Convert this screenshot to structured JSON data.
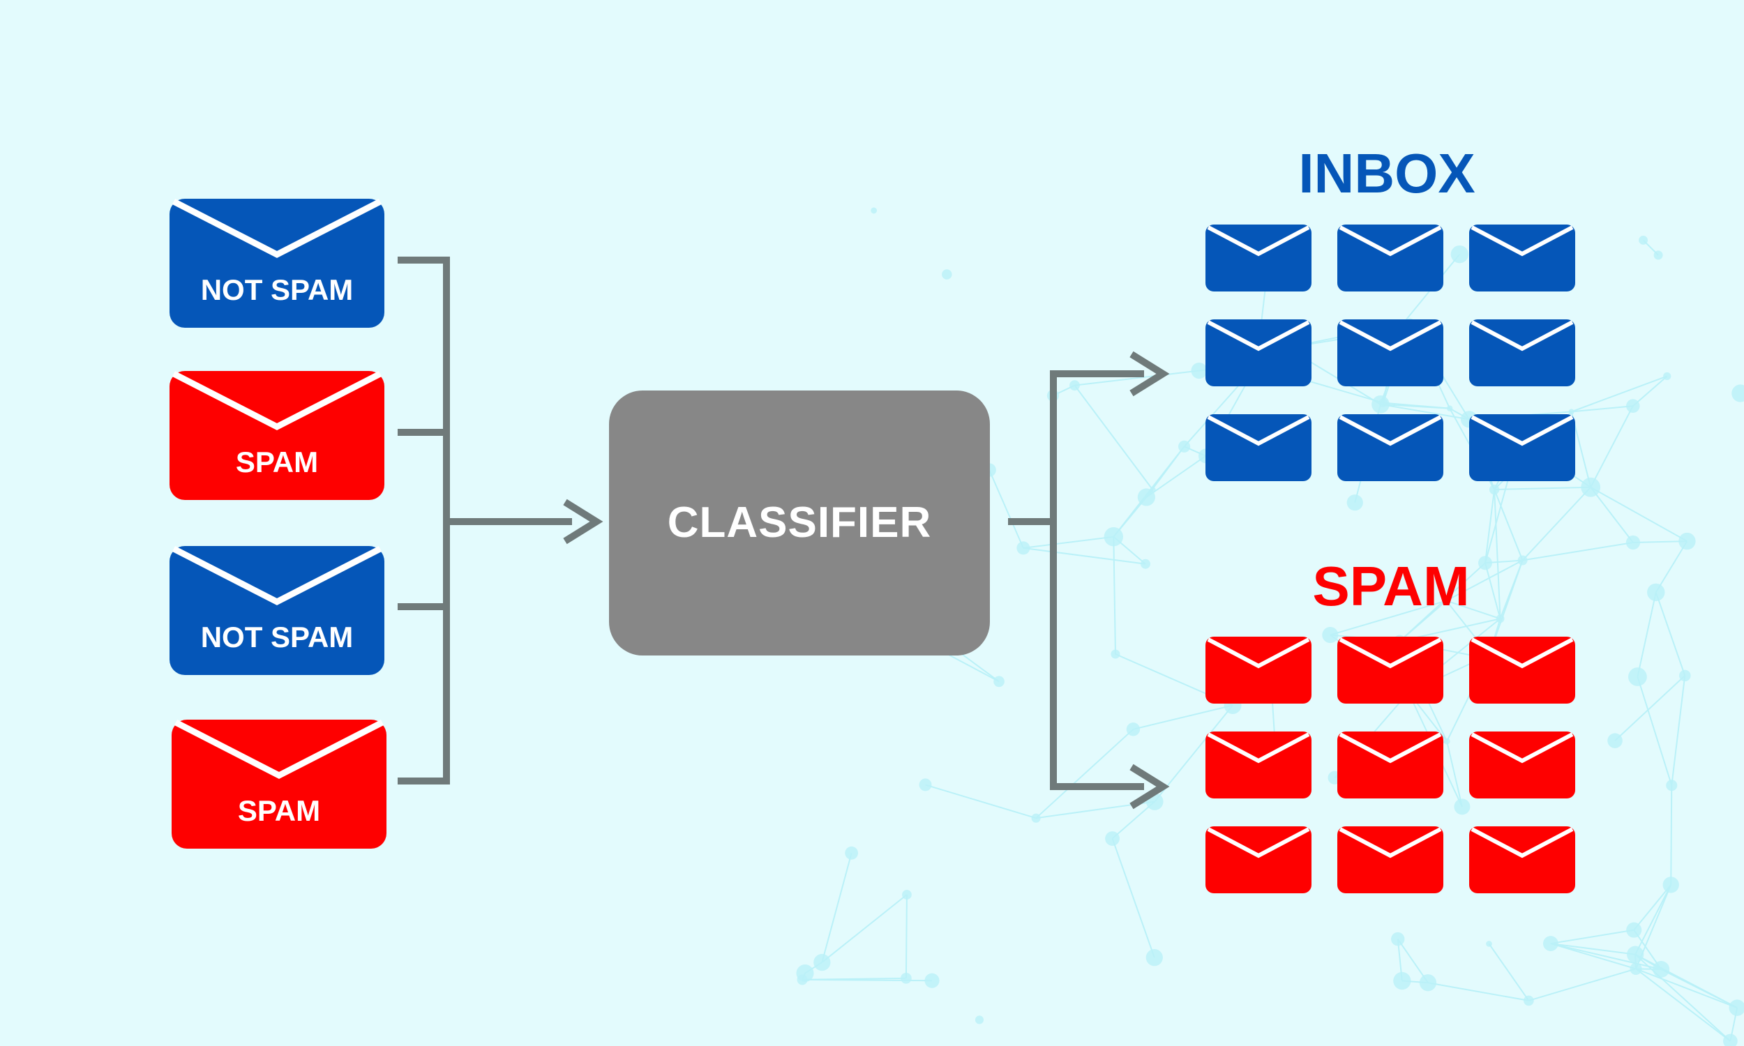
{
  "colors": {
    "background": "#e3fbfd",
    "not_spam": "#0556b8",
    "spam": "#fe0000",
    "classifier_box": "#878787",
    "connector": "#6f7a7a",
    "network_node": "#9ae9f5"
  },
  "inputs": [
    {
      "label": "NOT SPAM",
      "kind": "not_spam"
    },
    {
      "label": "SPAM",
      "kind": "spam"
    },
    {
      "label": "NOT SPAM",
      "kind": "not_spam"
    },
    {
      "label": "SPAM",
      "kind": "spam"
    }
  ],
  "classifier": {
    "label": "CLASSIFIER"
  },
  "outputs": {
    "inbox": {
      "title": "INBOX",
      "count": 9
    },
    "spam": {
      "title": "SPAM",
      "count": 9
    }
  },
  "icons": {
    "envelope": "envelope-icon",
    "arrow": "arrow-head-icon"
  }
}
